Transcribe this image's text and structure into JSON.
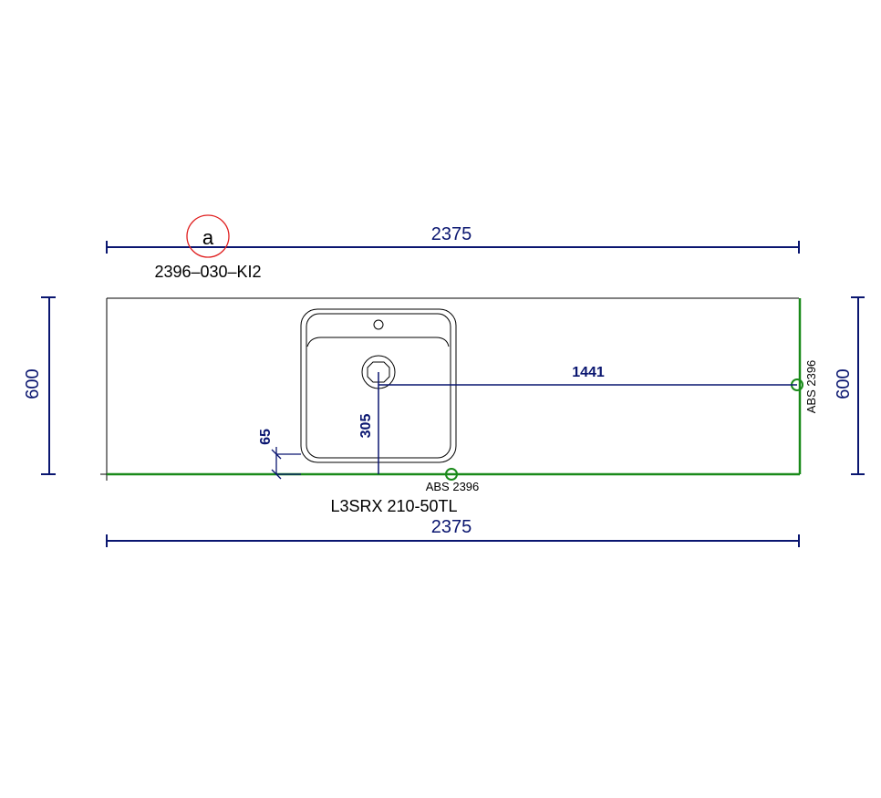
{
  "drawing": {
    "top_width_dim": "2375",
    "bottom_width_dim": "2375",
    "left_height_dim": "600",
    "right_height_dim": "600",
    "sink_offset_dim": "1441",
    "sink_depth_dim": "305",
    "edge_offset_dim": "65",
    "part_code": "2396–030–KI2",
    "sink_model": "L3SRX 210-50TL",
    "edge_band_bottom": "ABS 2396",
    "edge_band_right": "ABS 2396",
    "revision_bubble": "a"
  },
  "colors": {
    "dimension": "#0a1670",
    "edge_band": "#1a8a1a",
    "revision": "#e02020",
    "outline": "#000000"
  }
}
